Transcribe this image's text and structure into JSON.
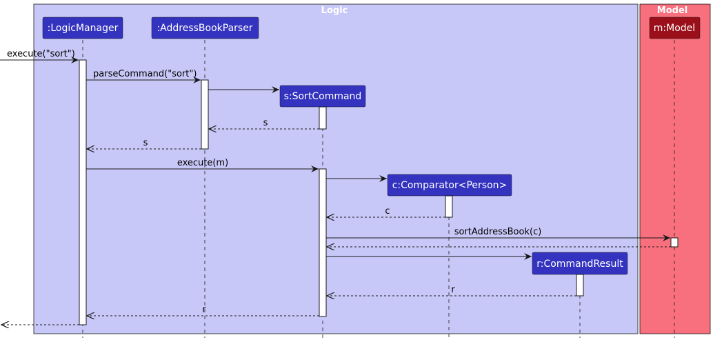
{
  "groups": [
    {
      "id": "logic",
      "title": "Logic",
      "fill": "#c8c8f8"
    },
    {
      "id": "model",
      "title": "Model",
      "fill": "#f8707e"
    }
  ],
  "participants": [
    {
      "id": "lm",
      "label": ":LogicManager",
      "fill": "#3333c0"
    },
    {
      "id": "abp",
      "label": ":AddressBookParser",
      "fill": "#3333c0"
    },
    {
      "id": "sc",
      "label": "s:SortCommand",
      "fill": "#3333c0"
    },
    {
      "id": "cmp",
      "label": "c:Comparator<Person>",
      "fill": "#3333c0"
    },
    {
      "id": "cr",
      "label": "r:CommandResult",
      "fill": "#3333c0"
    },
    {
      "id": "m",
      "label": "m:Model",
      "fill": "#9a0f19"
    }
  ],
  "messages": [
    {
      "id": "execute-sort",
      "label": "execute(\"sort\")",
      "kind": "call"
    },
    {
      "id": "parse-command",
      "label": "parseCommand(\"sort\")",
      "kind": "call"
    },
    {
      "id": "create-sort-command",
      "label": "",
      "kind": "create"
    },
    {
      "id": "return-s-to-parser",
      "label": "s",
      "kind": "return"
    },
    {
      "id": "return-s-to-manager",
      "label": "s",
      "kind": "return"
    },
    {
      "id": "execute-m",
      "label": "execute(m)",
      "kind": "call"
    },
    {
      "id": "create-comparator",
      "label": "",
      "kind": "create"
    },
    {
      "id": "return-c",
      "label": "c",
      "kind": "return"
    },
    {
      "id": "sort-address-book",
      "label": "sortAddressBook(c)",
      "kind": "call"
    },
    {
      "id": "return-from-model",
      "label": "",
      "kind": "return"
    },
    {
      "id": "create-command-result",
      "label": "",
      "kind": "create"
    },
    {
      "id": "return-r-to-command",
      "label": "r",
      "kind": "return"
    },
    {
      "id": "return-r-to-manager",
      "label": "r",
      "kind": "return"
    },
    {
      "id": "return-to-caller",
      "label": "",
      "kind": "return"
    }
  ],
  "colors": {
    "line": "#181818",
    "lifeline": "#181818",
    "activation": "#ffffff"
  }
}
